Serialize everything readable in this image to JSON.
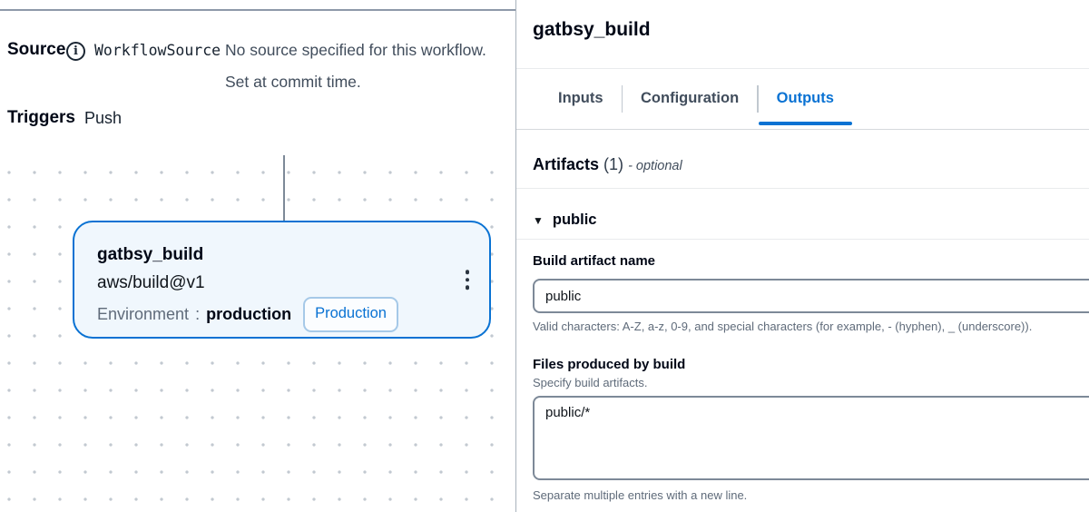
{
  "colors": {
    "accent": "#0972d3",
    "node_fill": "#f0f7fd",
    "node_border": "#0972d3",
    "muted_text": "#5f6b7a",
    "tab_inactive": "#414d5c",
    "field_border": "#7d8998"
  },
  "icons": {
    "info": "i",
    "ellipsis": "vertical-dots",
    "triangle_down": "▼"
  },
  "left_panel": {
    "source": {
      "label": "Source",
      "value": "WorkflowSource",
      "message_line1": "No source specified for this workflow.",
      "message_line2": "Set at commit time."
    },
    "triggers": {
      "label": "Triggers",
      "value": "Push"
    }
  },
  "node": {
    "title": "gatbsy_build",
    "action": "aws/build@v1",
    "environment_label": "Environment",
    "separator": ":",
    "environment_value": "production",
    "badge": "Production"
  },
  "right_panel": {
    "title": "gatbsy_build",
    "tabs": [
      {
        "label": "Inputs",
        "active": false
      },
      {
        "label": "Configuration",
        "active": false
      },
      {
        "label": "Outputs",
        "active": true
      }
    ],
    "artifacts": {
      "heading": "Artifacts",
      "count": "(1)",
      "optional": "- optional"
    },
    "expander": {
      "label": "public"
    },
    "build_artifact_name": {
      "label": "Build artifact name",
      "value": "public",
      "helper": "Valid characters: A-Z, a-z, 0-9, and special characters (for example, - (hyphen), _ (underscore))."
    },
    "files_produced": {
      "label": "Files produced by build",
      "description": "Specify build artifacts.",
      "value": "public/*",
      "helper": "Separate multiple entries with a new line."
    }
  }
}
